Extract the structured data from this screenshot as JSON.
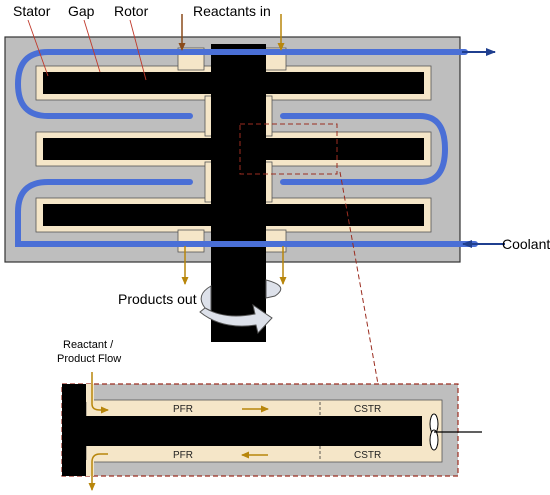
{
  "labels": {
    "stator": "Stator",
    "gap": "Gap",
    "rotor": "Rotor",
    "reactants_in": "Reactants in",
    "coolant": "Coolant",
    "products_out": "Products out",
    "flow_line1": "Reactant /",
    "flow_line2": "Product Flow",
    "pfr_top": "PFR",
    "cstr_top": "CSTR",
    "pfr_bottom": "PFR",
    "cstr_bottom": "CSTR"
  },
  "colors": {
    "stator": "#bebebe",
    "gap": "#f5e6c8",
    "rotor": "#000000",
    "coolant": "#4a6fd6",
    "flow_arrow": "#b8860b",
    "zoom_outline": "#9b2d20",
    "coolant_arrow": "#1f3f8f"
  }
}
